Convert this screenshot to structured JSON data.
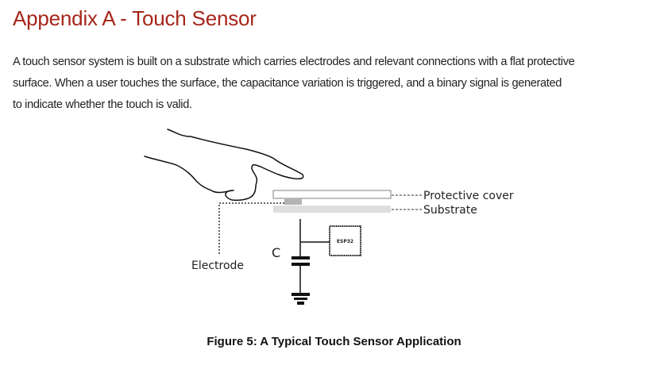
{
  "header": {
    "title": "Appendix A - Touch Sensor"
  },
  "body": {
    "lines": [
      "A touch sensor system is built on a substrate which carries electrodes and relevant connections with a flat protective",
      "surface. When a user touches the surface, the capacitance variation is triggered, and a binary signal is generated",
      "to indicate whether the touch is valid."
    ]
  },
  "figure": {
    "labels": {
      "protective_cover": "Protective cover",
      "substrate": "Substrate",
      "electrode": "Electrode",
      "capacitor": "C",
      "chip": "ESP32"
    },
    "colors": {
      "title": "#a5261b",
      "electrode_pad": "#b3b3b3",
      "substrate": "#dedede",
      "cover_border": "#808080"
    },
    "caption": "Figure 5: A Typical Touch Sensor Application"
  }
}
